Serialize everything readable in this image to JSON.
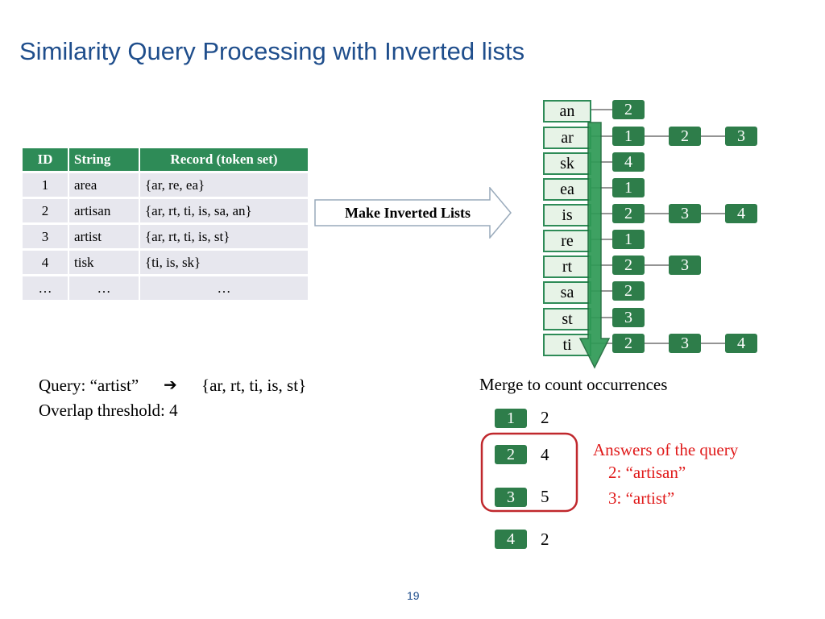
{
  "title": "Similarity Query Processing with Inverted lists",
  "table": {
    "headers": [
      "ID",
      "String",
      "Record (token set)"
    ],
    "rows": [
      [
        "1",
        "area",
        "{ar, re, ea}"
      ],
      [
        "2",
        "artisan",
        "{ar, rt, ti, is, sa, an}"
      ],
      [
        "3",
        "artist",
        "{ar, rt, ti, is, st}"
      ],
      [
        "4",
        "tisk",
        "{ti, is, sk}"
      ],
      [
        "…",
        "…",
        "…"
      ]
    ]
  },
  "arrow_label": "Make Inverted Lists",
  "inverted_lists": [
    {
      "token": "an",
      "ids": [
        "2"
      ]
    },
    {
      "token": "ar",
      "ids": [
        "1",
        "2",
        "3"
      ]
    },
    {
      "token": "sk",
      "ids": [
        "4"
      ]
    },
    {
      "token": "ea",
      "ids": [
        "1"
      ]
    },
    {
      "token": "is",
      "ids": [
        "2",
        "3",
        "4"
      ]
    },
    {
      "token": "re",
      "ids": [
        "1"
      ]
    },
    {
      "token": "rt",
      "ids": [
        "2",
        "3"
      ]
    },
    {
      "token": "sa",
      "ids": [
        "2"
      ]
    },
    {
      "token": "st",
      "ids": [
        "3"
      ]
    },
    {
      "token": "ti",
      "ids": [
        "2",
        "3",
        "4"
      ]
    }
  ],
  "query": {
    "label": "Query: “artist”",
    "tokens": "{ar, rt, ti, is, st}",
    "threshold": "Overlap threshold: 4"
  },
  "merge": {
    "heading": "Merge to count occurrences",
    "counts": [
      {
        "id": "1",
        "count": "2"
      },
      {
        "id": "2",
        "count": "4"
      },
      {
        "id": "3",
        "count": "5"
      },
      {
        "id": "4",
        "count": "2"
      }
    ]
  },
  "answers": {
    "heading": "Answers of the query",
    "items": [
      "2: “artisan”",
      "3: “artist”"
    ]
  },
  "page_number": "19",
  "colors": {
    "title": "#1f4e8c",
    "green": "#2e7d4a",
    "answer": "#e01b1b"
  }
}
